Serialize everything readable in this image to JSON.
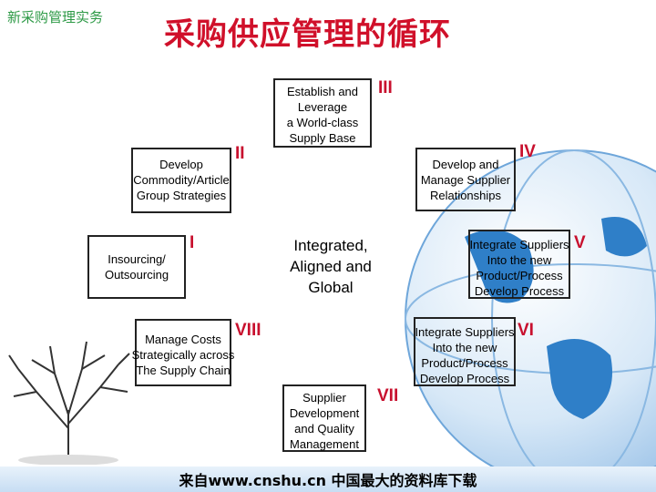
{
  "header": {
    "small_title": "新采购管理实务",
    "main_title": "采购供应管理的循环"
  },
  "center_text": "Integrated,\nAligned and\nGlobal",
  "stages": {
    "s1": {
      "roman": "I",
      "text": "Insourcing/\nOutsourcing"
    },
    "s2": {
      "roman": "II",
      "text": "Develop\nCommodity/Article\nGroup Strategies"
    },
    "s3": {
      "roman": "III",
      "text": "Establish and\nLeverage\na World-class\nSupply Base"
    },
    "s4": {
      "roman": "IV",
      "text": "Develop and\nManage Supplier\nRelationships"
    },
    "s5": {
      "roman": "V",
      "text": "Integrate Suppliers\nInto the new\nProduct/Process\nDevelop Process"
    },
    "s6": {
      "roman": "VI",
      "text": "Integrate Suppliers\nInto the new\nProduct/Process\nDevelop Process"
    },
    "s7": {
      "roman": "VII",
      "text": "Supplier\nDevelopment\nand Quality\nManagement"
    },
    "s8": {
      "roman": "VIII",
      "text": "Manage Costs\nStrategically across\nThe Supply Chain"
    }
  },
  "footer": "来自www.cnshu.cn 中国最大的资料库下载",
  "colors": {
    "title_red": "#d0102a",
    "small_title_green": "#2e9a47",
    "roman_red": "#c8102e",
    "globe_blue": "#2f7fc8"
  }
}
